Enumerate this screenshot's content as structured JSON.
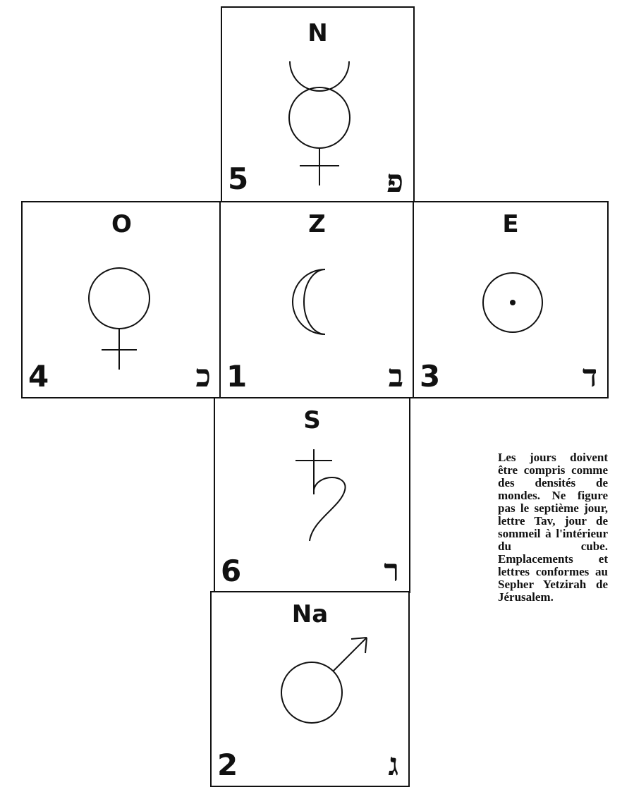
{
  "faces": {
    "north": {
      "direction": "N",
      "number": "5",
      "letter": "פ",
      "symbol": "mercury-icon"
    },
    "west": {
      "direction": "O",
      "number": "4",
      "letter": "כ",
      "symbol": "venus-icon"
    },
    "center": {
      "direction": "Z",
      "number": "1",
      "letter": "ב",
      "symbol": "moon-icon"
    },
    "east": {
      "direction": "E",
      "number": "3",
      "letter": "ד",
      "symbol": "sun-icon"
    },
    "south": {
      "direction": "S",
      "number": "6",
      "letter": "ר",
      "symbol": "saturn-icon"
    },
    "nadir": {
      "direction": "Na",
      "number": "2",
      "letter": "ג",
      "symbol": "mars-icon"
    }
  },
  "caption": "Les jours doivent être compris comme des densités de mondes. Ne figure pas le septième jour, lettre Tav, jour de sommeil à l'intérieur du cube. Emplacements et lettres conformes au Sepher Yetzirah de Jérusalem."
}
